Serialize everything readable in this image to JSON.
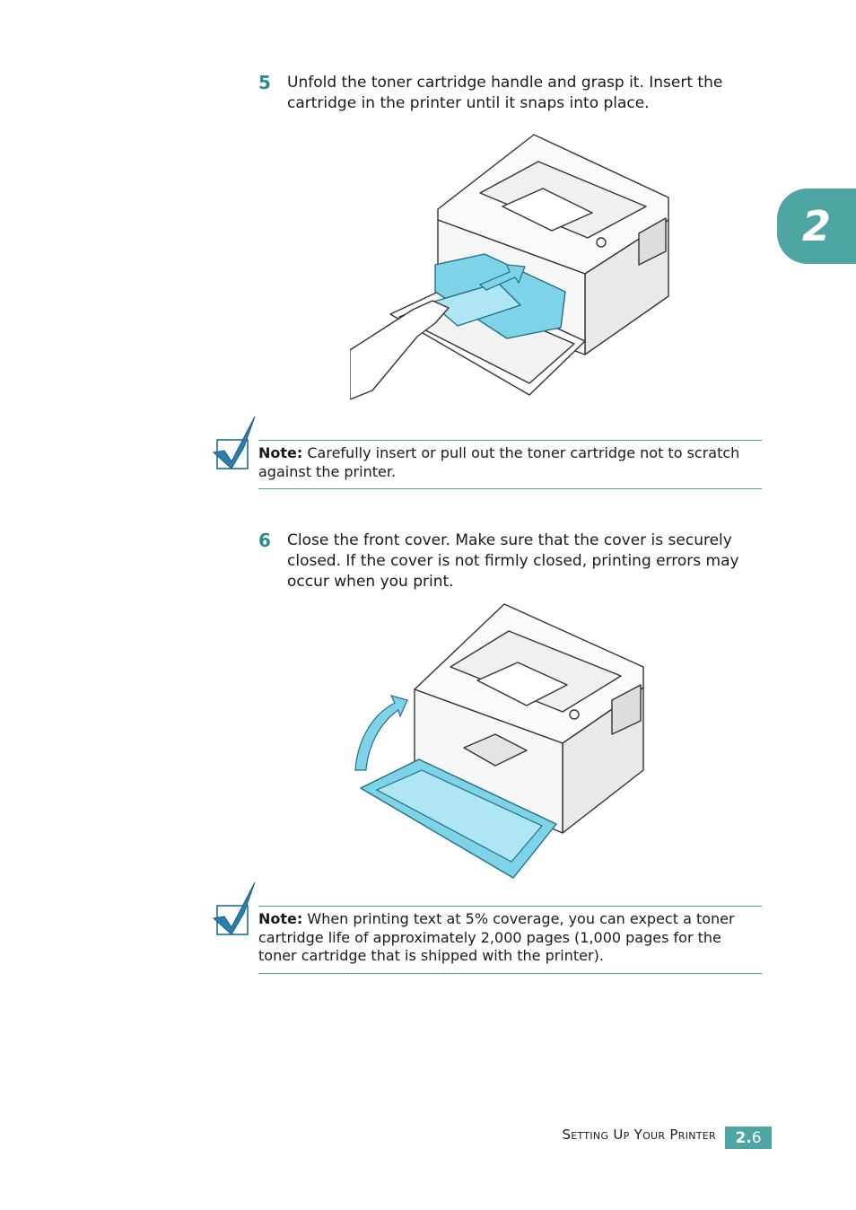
{
  "chapter": {
    "number": "2"
  },
  "steps": [
    {
      "number": "5",
      "text": "Unfold the toner cartridge handle and grasp it. Insert the cartridge in the printer until it snaps into place."
    },
    {
      "number": "6",
      "text": "Close the front cover. Make sure that the cover is securely closed. If the cover is not firmly closed, printing errors may occur when you print."
    }
  ],
  "notes": [
    {
      "label": "Note:",
      "text": "Carefully insert or pull out the toner cartridge not to scratch against the printer."
    },
    {
      "label": "Note:",
      "text": "When printing text at 5% coverage, you can expect a toner cartridge life of approximately 2,000 pages (1,000 pages for the toner cartridge that is shipped with the printer)."
    }
  ],
  "footer": {
    "section_title": "Setting Up Your Printer",
    "page_chapter": "2.",
    "page_number": "6"
  },
  "icons": {
    "note": "checkmark-note-icon",
    "arrow_insert": "insert-arrow-icon",
    "arrow_close": "curved-close-arrow-icon"
  },
  "colors": {
    "accent": "#4ea6a3",
    "step_number": "#2a8f8c",
    "highlight_part": "#7fd3e8"
  }
}
